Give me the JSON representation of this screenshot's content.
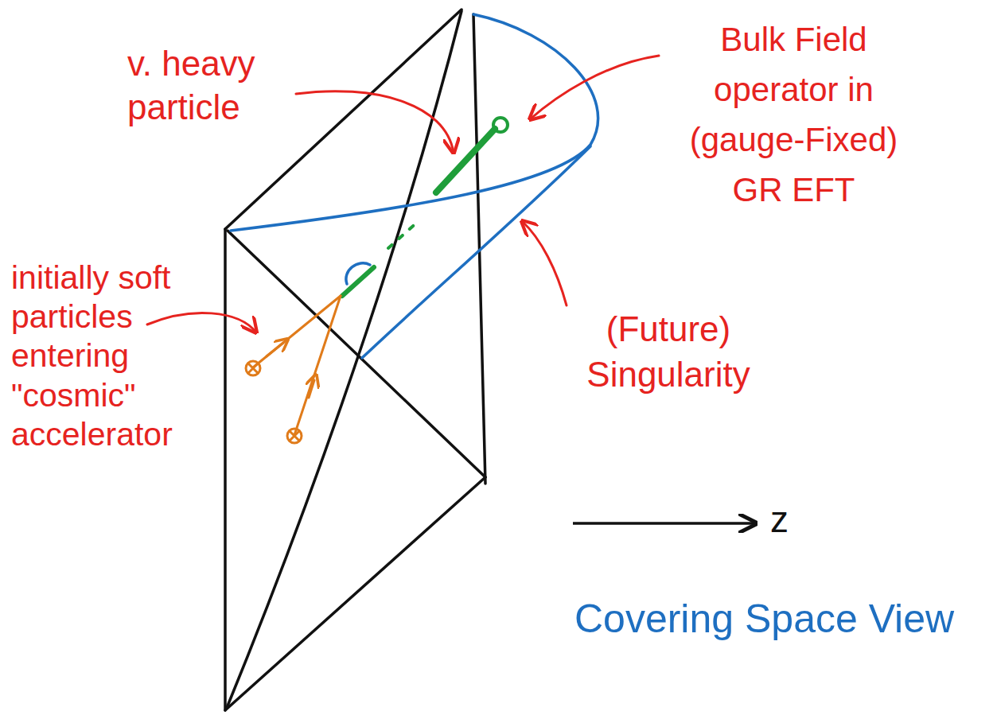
{
  "diagram": {
    "labels": [
      "v. heavy particle",
      "Bulk Field operator in (gauge-Fixed) GR EFT",
      "initially soft particles entering \"cosmic\" accelerator",
      "(Future) Singularity",
      "z",
      "Covering Space View"
    ]
  }
}
